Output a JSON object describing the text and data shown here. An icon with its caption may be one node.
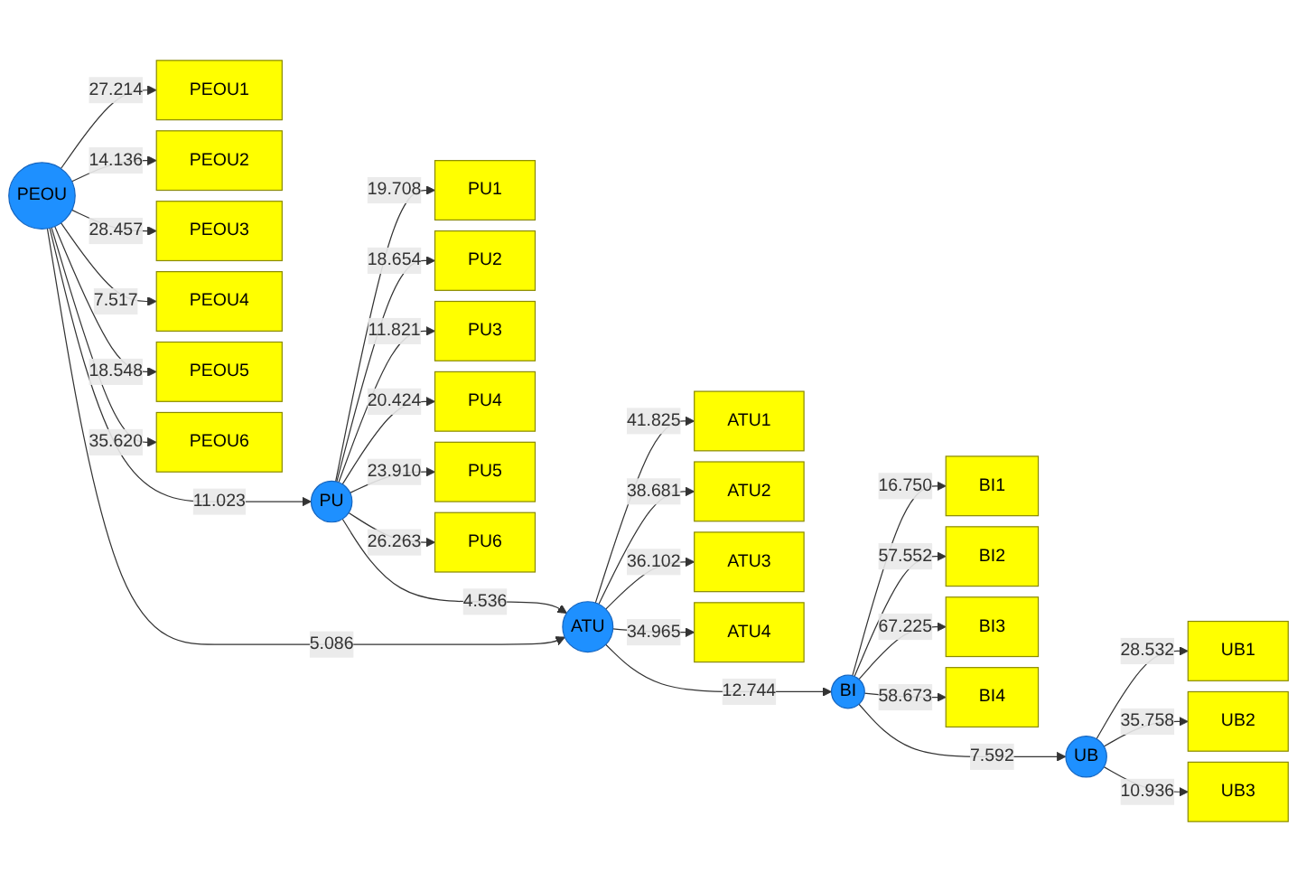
{
  "diagram": {
    "nodes": [
      {
        "text": [
          "PEOU1"
        ]
      },
      {
        "text": [
          "PEOU2"
        ]
      },
      {
        "text": [
          "PEOU3"
        ]
      },
      {
        "text": [
          "PEOU4"
        ]
      },
      {
        "text": [
          "PEOU5"
        ]
      },
      {
        "text": [
          "PEOU6"
        ]
      },
      {
        "text": [
          "PEOU"
        ]
      },
      {
        "text": [
          "PU"
        ]
      },
      {
        "text": [
          "PU1"
        ]
      },
      {
        "text": [
          "PU2"
        ]
      },
      {
        "text": [
          "PU3"
        ]
      },
      {
        "text": [
          "PU4"
        ]
      },
      {
        "text": [
          "PU5"
        ]
      },
      {
        "text": [
          "PU6"
        ]
      },
      {
        "text": [
          "ATU1"
        ]
      },
      {
        "text": [
          "ATU2"
        ]
      },
      {
        "text": [
          "ATU3"
        ]
      },
      {
        "text": [
          "ATU4"
        ]
      },
      {
        "text": [
          "ATU"
        ]
      },
      {
        "text": [
          "BI"
        ]
      },
      {
        "text": [
          "BI1"
        ]
      },
      {
        "text": [
          "BI2"
        ]
      },
      {
        "text": [
          "BI3"
        ]
      },
      {
        "text": [
          "BI4"
        ]
      },
      {
        "text": [
          "UB1"
        ]
      },
      {
        "text": [
          "UB2"
        ]
      },
      {
        "text": [
          "UB3"
        ]
      },
      {
        "text": [
          "UB"
        ]
      }
    ],
    "edges": [
      {
        "from": 6,
        "to": 0,
        "arrow": "to",
        "label": "27.214"
      },
      {
        "from": 6,
        "to": 1,
        "arrow": "to",
        "label": "14.136"
      },
      {
        "from": 6,
        "to": 2,
        "arrow": "to",
        "label": "28.457"
      },
      {
        "from": 6,
        "to": 3,
        "arrow": "to",
        "label": "7.517"
      },
      {
        "from": 6,
        "to": 4,
        "arrow": "to",
        "label": "18.548"
      },
      {
        "from": 6,
        "to": 5,
        "arrow": "to",
        "label": "35.620"
      },
      {
        "from": 6,
        "to": 7,
        "arrow": "to",
        "label": "11.023"
      },
      {
        "from": 7,
        "to": 8,
        "arrow": "to",
        "label": "19.708"
      },
      {
        "from": 7,
        "to": 9,
        "arrow": "to",
        "label": "18.654"
      },
      {
        "from": 7,
        "to": 10,
        "arrow": "to",
        "label": "11.821"
      },
      {
        "from": 7,
        "to": 11,
        "arrow": "to",
        "label": "20.424"
      },
      {
        "from": 7,
        "to": 12,
        "arrow": "to",
        "label": "23.910"
      },
      {
        "from": 7,
        "to": 13,
        "arrow": "to",
        "label": "26.263"
      },
      {
        "from": 6,
        "to": 18,
        "arrow": "to",
        "label": "5.086"
      },
      {
        "from": 7,
        "to": 18,
        "arrow": "to",
        "label": "4.536"
      },
      {
        "from": 18,
        "to": 14,
        "arrow": "to",
        "label": "41.825"
      },
      {
        "from": 18,
        "to": 15,
        "arrow": "to",
        "label": "38.681"
      },
      {
        "from": 18,
        "to": 16,
        "arrow": "to",
        "label": "36.102"
      },
      {
        "from": 18,
        "to": 17,
        "arrow": "to",
        "label": "34.965"
      },
      {
        "from": 18,
        "to": 19,
        "arrow": "to",
        "label": "12.744"
      },
      {
        "from": 19,
        "to": 20,
        "arrow": "to",
        "label": "16.750"
      },
      {
        "from": 19,
        "to": 21,
        "arrow": "to",
        "label": "57.552"
      },
      {
        "from": 19,
        "to": 22,
        "arrow": "to",
        "label": "67.225"
      },
      {
        "from": 19,
        "to": 23,
        "arrow": "to",
        "label": "58.673"
      },
      {
        "from": 19,
        "to": 27,
        "arrow": "to",
        "label": "7.592"
      },
      {
        "from": 27,
        "to": 24,
        "arrow": "to",
        "label": "28.532"
      },
      {
        "from": 27,
        "to": 25,
        "arrow": "to",
        "label": "35.758"
      },
      {
        "from": 27,
        "to": 26,
        "arrow": "to",
        "label": "10.936"
      }
    ]
  }
}
